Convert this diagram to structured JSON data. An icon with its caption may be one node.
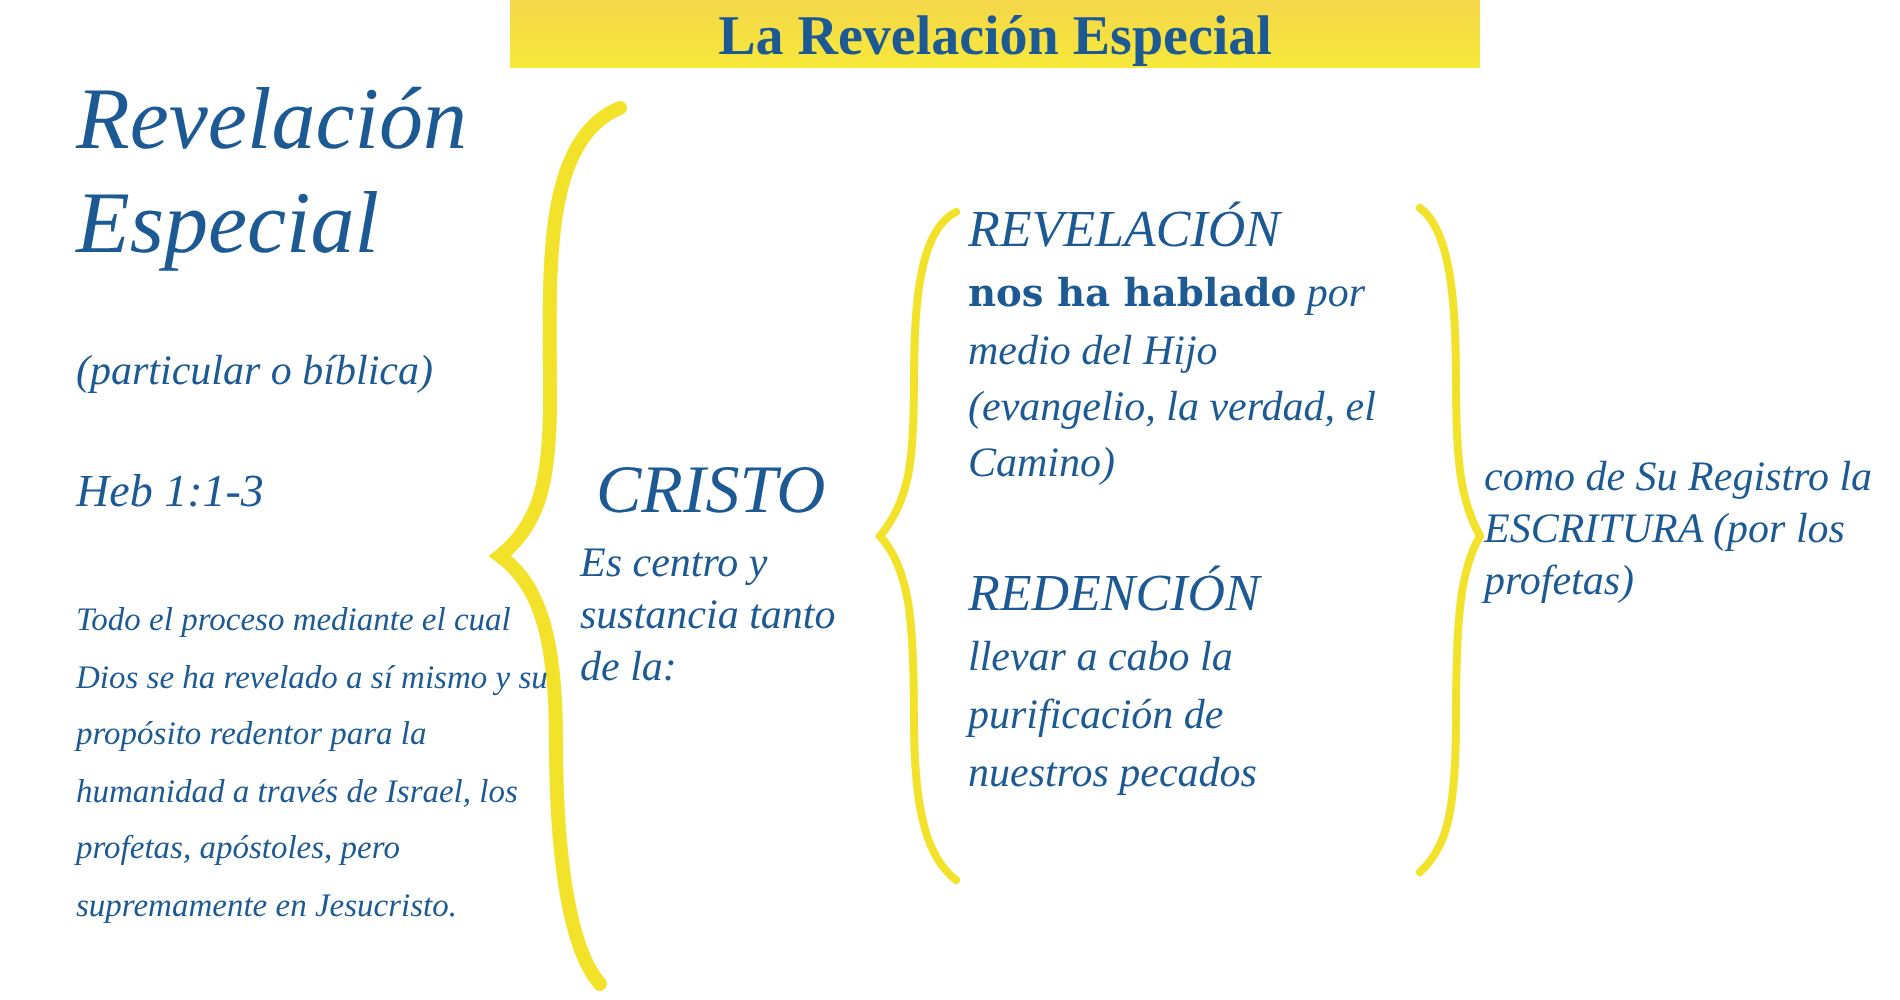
{
  "diagram": {
    "title": "La Revelación Especial",
    "labels": [
      "Revelación Especial",
      "(particular o bíblica)",
      "Heb 1:1-3",
      "Todo el proceso mediante el cual Dios se ha revelado a sí mismo y su propósito redentor para la humanidad a través de Israel, los profetas, apóstoles, pero supremamente en Jesucristo.",
      "CRISTO",
      "Es centro y sustancia tanto de la:",
      "REVELACIÓN",
      "**nos ha hablado** por medio del Hijo (evangelio, la verdad, el Camino)",
      "REDENCIÓN",
      "llevar a cabo la purificación de nuestros pecados",
      "como de Su Registro la ESCRITURA (por los profetas)"
    ]
  }
}
